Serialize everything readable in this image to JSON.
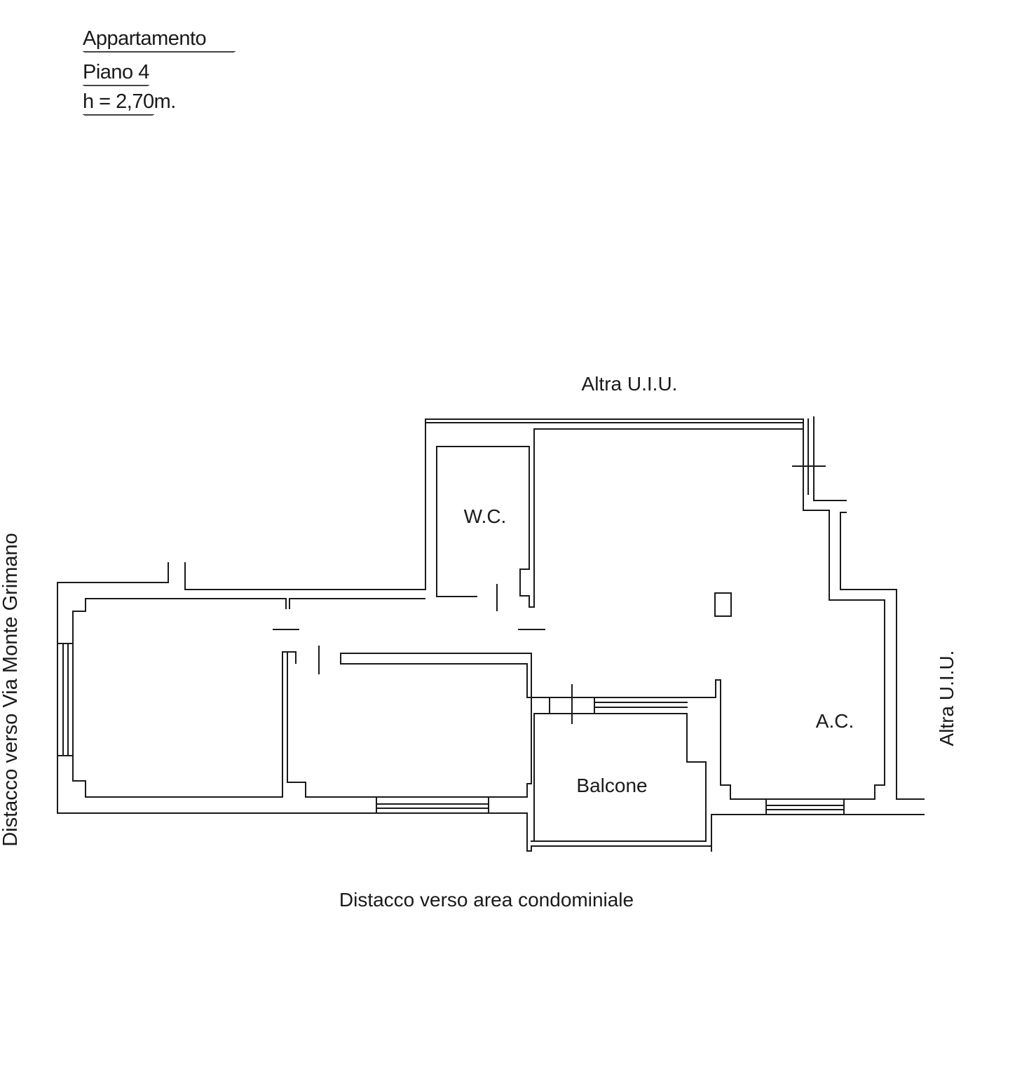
{
  "header": {
    "title": "Appartamento",
    "floor": "Piano 4",
    "height_value": "h = 2,70",
    "height_unit": "m."
  },
  "labels": {
    "top_neighbor": "Altra U.I.U.",
    "right_neighbor": "Altra U.I.U.",
    "left_side": "Distacco verso Via Monte Grimano",
    "bottom_side": "Distacco verso area condominiale",
    "wc": "W.C.",
    "ac": "A.C.",
    "balcony": "Balcone"
  }
}
